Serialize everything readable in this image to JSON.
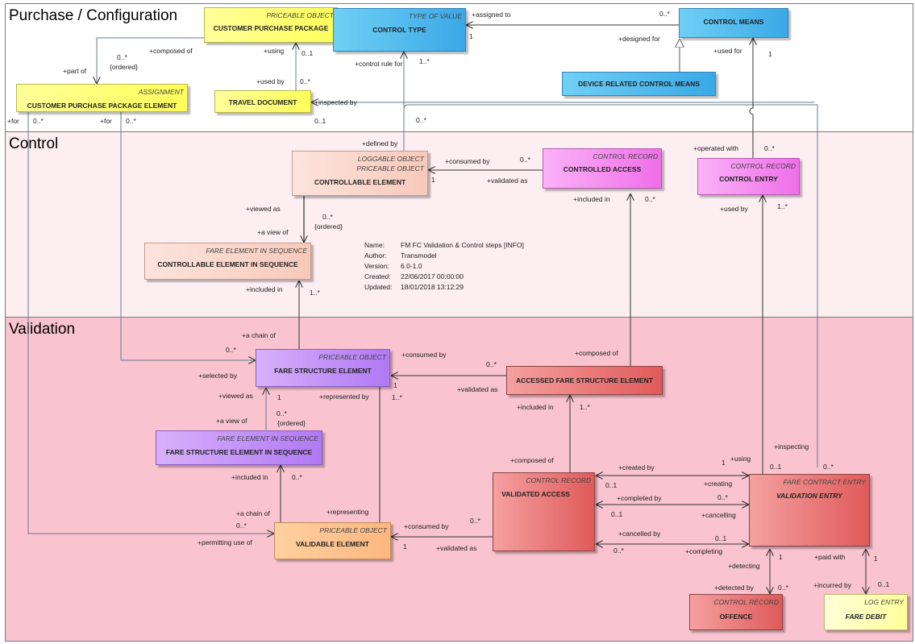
{
  "lanes": {
    "purchase": "Purchase / Configuration",
    "control": "Control",
    "validation": "Validation"
  },
  "classes": {
    "customer_purchase_package": {
      "stereotype": "PRICEABLE OBJECT",
      "name": "CUSTOMER PURCHASE PACKAGE"
    },
    "control_type": {
      "stereotype": "TYPE OF VALUE",
      "name": "CONTROL TYPE"
    },
    "control_means": {
      "name": "CONTROL MEANS"
    },
    "device_related_control_means": {
      "name": "DEVICE RELATED CONTROL MEANS"
    },
    "customer_purchase_package_element": {
      "stereotype": "ASSIGNMENT",
      "name": "CUSTOMER PURCHASE PACKAGE ELEMENT"
    },
    "travel_document": {
      "name": "TRAVEL DOCUMENT"
    },
    "controllable_element": {
      "stereotype1": "LOGGABLE OBJECT",
      "stereotype2": "PRICEABLE OBJECT",
      "name": "CONTROLLABLE ELEMENT"
    },
    "controlled_access": {
      "stereotype": "CONTROL RECORD",
      "name": "CONTROLLED ACCESS"
    },
    "control_entry": {
      "stereotype": "CONTROL RECORD",
      "name": "CONTROL ENTRY"
    },
    "controllable_element_in_sequence": {
      "stereotype": "FARE ELEMENT IN SEQUENCE",
      "name": "CONTROLLABLE ELEMENT IN SEQUENCE"
    },
    "fare_structure_element": {
      "stereotype": "PRICEABLE OBJECT",
      "name": "FARE STRUCTURE ELEMENT"
    },
    "accessed_fare_structure_element": {
      "name": "ACCESSED FARE STRUCTURE ELEMENT"
    },
    "fare_structure_element_in_sequence": {
      "stereotype": "FARE ELEMENT IN SEQUENCE",
      "name": "FARE STRUCTURE ELEMENT IN SEQUENCE"
    },
    "validated_access": {
      "stereotype": "CONTROL RECORD",
      "name": "VALIDATED ACCESS"
    },
    "validation_entry": {
      "stereotype": "FARE CONTRACT ENTRY",
      "name": "VALIDATION ENTRY"
    },
    "validable_element": {
      "stereotype": "PRICEABLE OBJECT",
      "name": "VALIDABLE ELEMENT"
    },
    "offence": {
      "stereotype": "CONTROL RECORD",
      "name": "OFFENCE"
    },
    "fare_debit": {
      "stereotype": "LOG ENTRY",
      "name": "FARE DEBIT"
    }
  },
  "info": {
    "name_key": "Name:",
    "name_val": "FM FC Validation & Control steps [INFO]",
    "author_key": "Author:",
    "author_val": "Transmodel",
    "version_key": "Version:",
    "version_val": "6.0-1.0",
    "created_key": "Created:",
    "created_val": "22/06/2017 00:00:00",
    "updated_key": "Updated:",
    "updated_val": "18/01/2018 13:12:29"
  },
  "labels": {
    "l01": "+assigned to",
    "l02": "0..*",
    "l03": "1",
    "l04": "+designed for",
    "l05": "+composed of",
    "l06": "0..*",
    "l07": "{ordered}",
    "l08": "+part of",
    "l09": "+using",
    "l10": "0..1",
    "l11": "+used by",
    "l12": "0..*",
    "l13": "+control rule for",
    "l14": "1..*",
    "l15": "+used for",
    "l16": "1",
    "l17": "+inspected by",
    "l18": "0..1",
    "l19": "+for",
    "l20": "0..*",
    "l21": "+for",
    "l22": "0..*",
    "l23": "0..*",
    "l24": "+defined by",
    "l25": "+consumed by",
    "l26": "0..*",
    "l27": "1",
    "l28": "+validated as",
    "l29": "+operated with",
    "l30": "0..*",
    "l31": "+viewed as",
    "l32": "0..*",
    "l33": "{ordered}",
    "l34": "+a view of",
    "l35": "+included in",
    "l36": "0..*",
    "l37": "+used by",
    "l38": "1..*",
    "l39": "+included in",
    "l40": "1..*",
    "l41": "+a chain of",
    "l42": "0..*",
    "l43": "+consumed by",
    "l44": "0..*",
    "l45": "1",
    "l46": "+composed of",
    "l47": "+selected by",
    "l48": "+viewed as",
    "l49": "1",
    "l50": "+represented by",
    "l51": "1..*",
    "l52": "+validated as",
    "l53": "0..*",
    "l54": "{ordered}",
    "l55": "+a view of",
    "l56": "+included in",
    "l57": "1..*",
    "l58": "+inspecting",
    "l59": "+included in",
    "l60": "0..*",
    "l61": "+composed of",
    "l62": "+created by",
    "l63": "1",
    "l64": "+using",
    "l65": "0..1",
    "l66": "0..*",
    "l67": "0..1",
    "l68": "+creating",
    "l69": "+completed by",
    "l70": "0..*",
    "l71": "0..1",
    "l72": "+cancelling",
    "l73": "+a chain of",
    "l74": "0..*",
    "l75": "+representing",
    "l76": "+consumed by",
    "l77": "0..*",
    "l78": "+cancelled by",
    "l79": "0..1",
    "l80": "+permitting use of",
    "l81": "1",
    "l82": "+validated as",
    "l83": "0..*",
    "l84": "+completing",
    "l85": "+detecting",
    "l86": "1",
    "l87": "+paid with",
    "l88": "1",
    "l89": "+detected by",
    "l90": "0..*",
    "l91": "+incurred by",
    "l92": "0..1"
  }
}
